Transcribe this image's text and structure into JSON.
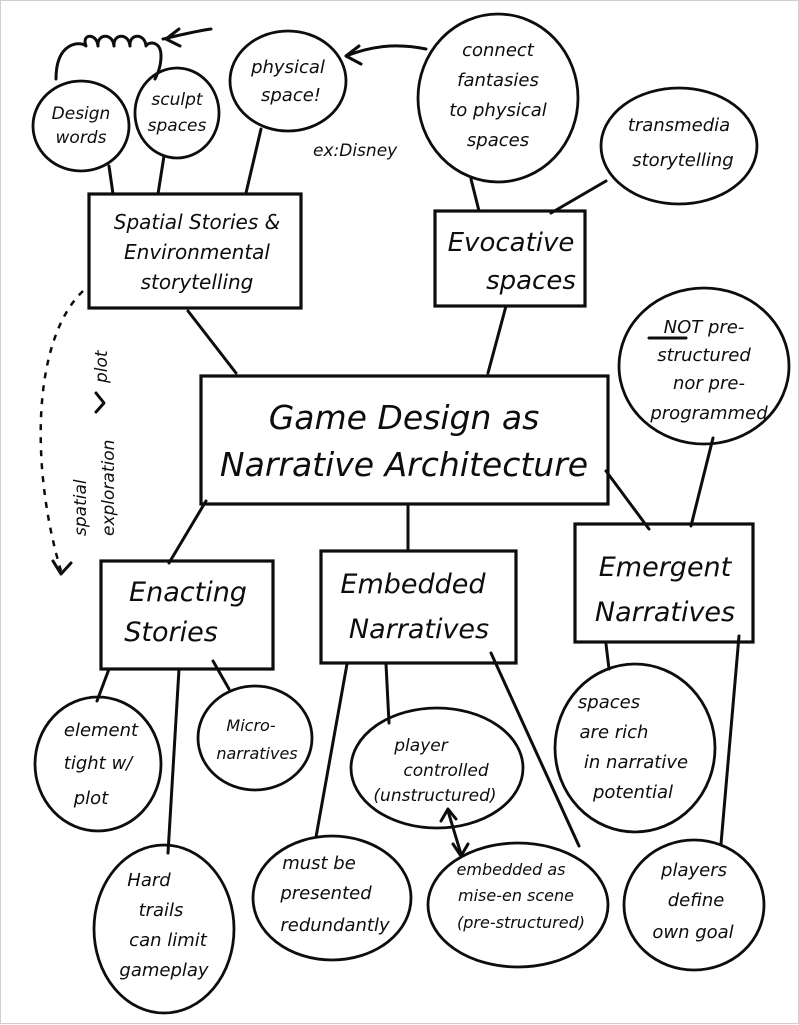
{
  "central": {
    "line1": "Game Design as",
    "line2": "Narrative Architecture"
  },
  "boxes": {
    "spatial": [
      "Spatial Stories &",
      "Environmental",
      "storytelling"
    ],
    "evocative": [
      "Evocative",
      "spaces"
    ],
    "enacting": [
      "Enacting",
      "Stories"
    ],
    "embedded": [
      "Embedded",
      "Narratives"
    ],
    "emergent": [
      "Emergent",
      "Narratives"
    ]
  },
  "bubbles": {
    "design_words": [
      "Design",
      "words"
    ],
    "sculpt_spaces": [
      "sculpt",
      "spaces"
    ],
    "physical_space": [
      "physical",
      "space!"
    ],
    "connect_fantasies": [
      "connect",
      "fantasies",
      "to physical",
      "spaces"
    ],
    "transmedia": [
      "transmedia",
      "storytelling"
    ],
    "not_prestructured": [
      "NOT pre-",
      "structured",
      "nor pre-",
      "programmed"
    ],
    "element_tight": [
      "element",
      "tight w/",
      "plot"
    ],
    "micro": [
      "Micro-",
      "narratives"
    ],
    "player_controlled": [
      "player",
      "controlled",
      "(unstructured)"
    ],
    "spaces_rich": [
      "spaces",
      "are rich",
      "in narrative",
      "potential"
    ],
    "hard_trails": [
      "Hard",
      "trails",
      "can limit",
      "gameplay"
    ],
    "must_be": [
      "must be",
      "presented",
      "redundantly"
    ],
    "embedded_mise": [
      "embedded as",
      "mise-en scene",
      "(pre-structured)"
    ],
    "players_define": [
      "players",
      "define",
      "own goal"
    ]
  },
  "annotations": {
    "ex_disney": "ex:Disney",
    "spatial_exploration": [
      "spatial",
      "exploration"
    ],
    "plot": "plot"
  }
}
